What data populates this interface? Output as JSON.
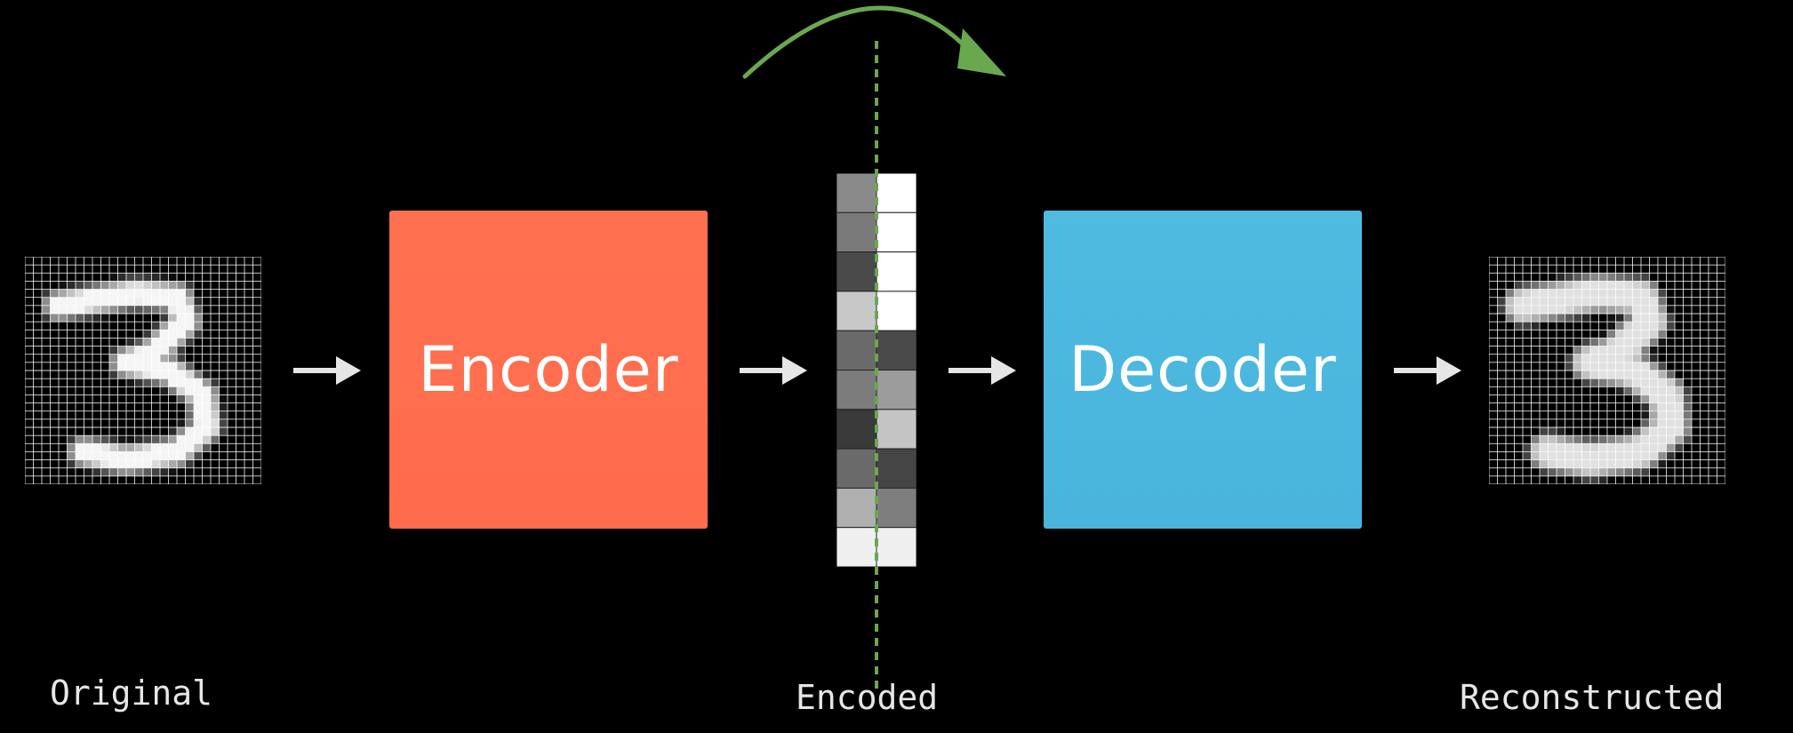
{
  "diagram": {
    "blocks": {
      "encoder": "Encoder",
      "decoder": "Decoder"
    },
    "captions": {
      "original": "Original",
      "encoded": "Encoded",
      "reconstructed": "Reconstructed"
    },
    "encoded_vector": {
      "left_column": [
        "#8a8a8a",
        "#7a7a7a",
        "#4a4a4a",
        "#c8c8c8",
        "#6a6a6a",
        "#7c7c7c",
        "#3a3a3a",
        "#6a6a6a",
        "#b0b0b0",
        "#efefef"
      ],
      "right_column": [
        "#ffffff",
        "#ffffff",
        "#ffffff",
        "#ffffff",
        "#4a4a4a",
        "#9c9c9c",
        "#c4c4c4",
        "#454545",
        "#7e7e7e",
        "#efefef"
      ]
    },
    "colors": {
      "encoder": "#ff6e4d",
      "decoder": "#4db8df",
      "arrow": "#e6e6e6",
      "guide": "#6aa84f",
      "rotate_arrow": "#6aa84f",
      "grid_line": "#ffffff"
    }
  }
}
